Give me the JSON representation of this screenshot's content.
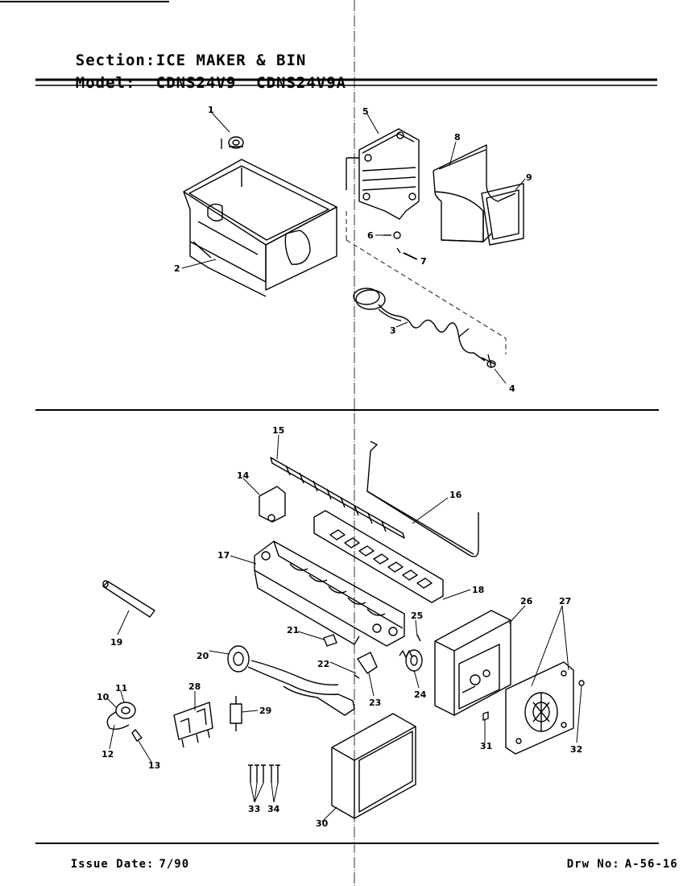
{
  "header": {
    "section_label": "Section:",
    "section_value": "ICE MAKER & BIN",
    "model_label": "Model:",
    "model_value": "CDNS24V9  CDNS24V9A"
  },
  "footer": {
    "issue_label": "Issue Date:",
    "issue_value": "7/90",
    "drw_label": "Drw No:",
    "drw_value": "A-56-16"
  },
  "callouts": [
    "1",
    "2",
    "3",
    "4",
    "5",
    "6",
    "7",
    "8",
    "9",
    "10",
    "11",
    "12",
    "13",
    "14",
    "15",
    "16",
    "17",
    "18",
    "19",
    "20",
    "21",
    "22",
    "23",
    "24",
    "25",
    "26",
    "27",
    "28",
    "29",
    "30",
    "31",
    "32",
    "33",
    "34"
  ]
}
